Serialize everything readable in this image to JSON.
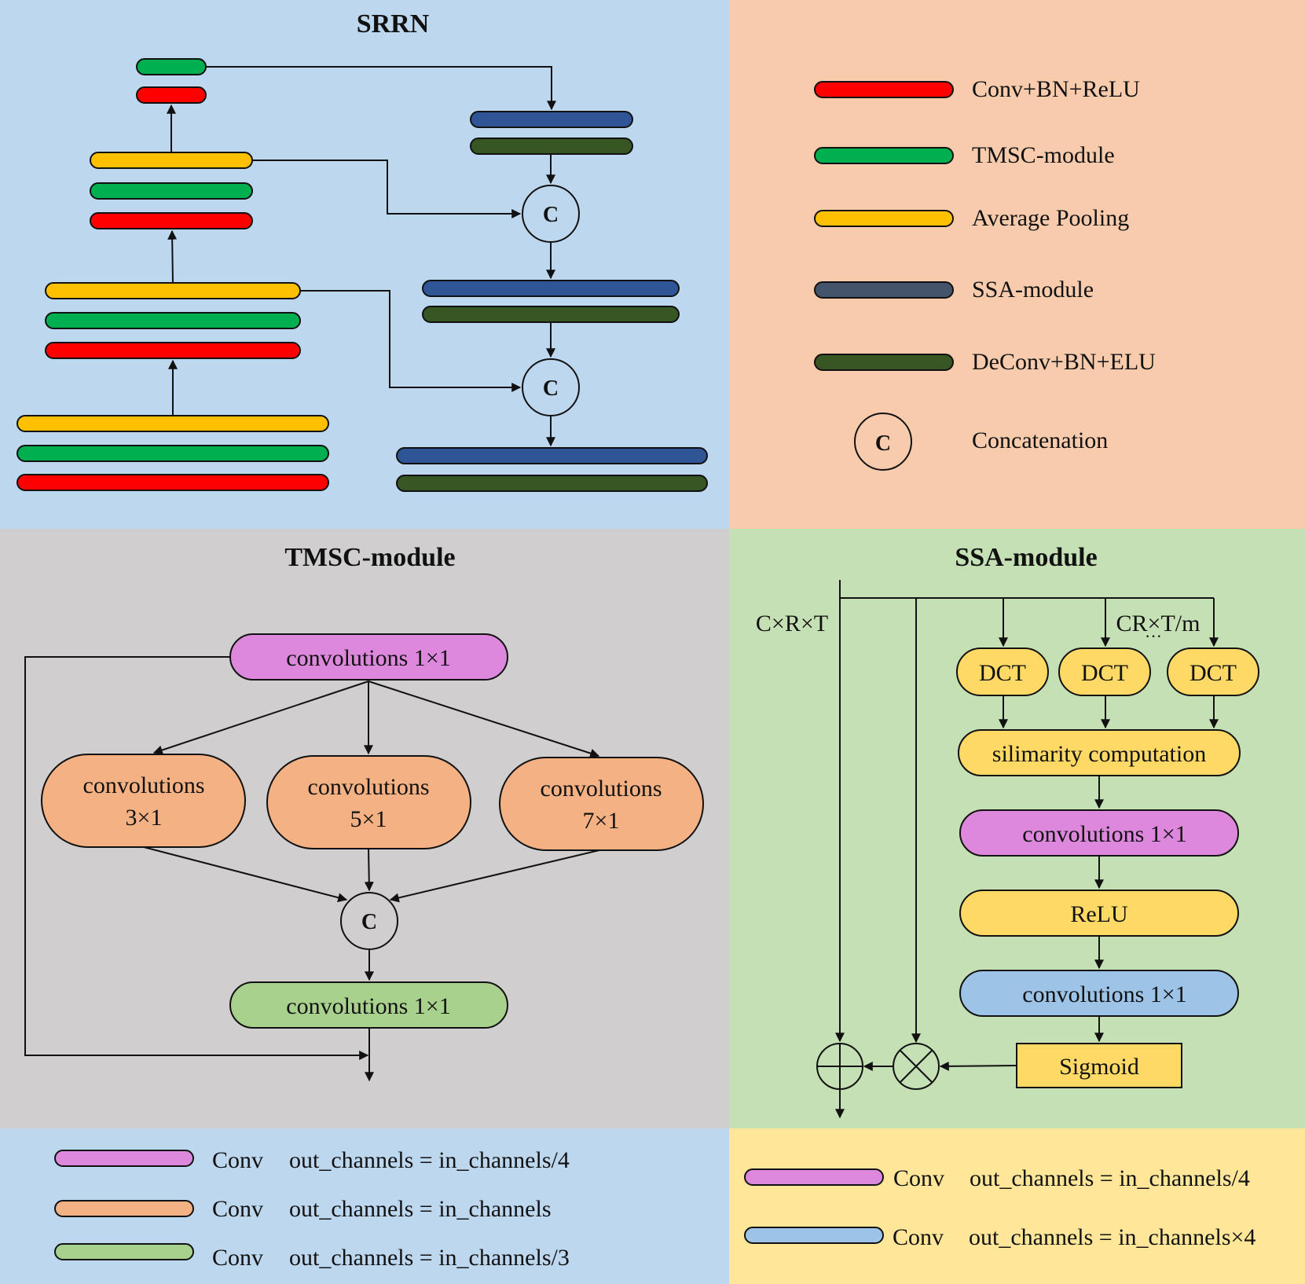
{
  "srrn": {
    "title": "SRRN",
    "concat_symbol": "C"
  },
  "legend_top": {
    "items": [
      {
        "label": "Conv+BN+ReLU",
        "color": "#ff0000"
      },
      {
        "label": "TMSC-module",
        "color": "#00b050"
      },
      {
        "label": "Average Pooling",
        "color": "#ffc000"
      },
      {
        "label": "SSA-module",
        "color": "#44546a"
      },
      {
        "label": "DeConv+BN+ELU",
        "color": "#375623"
      }
    ],
    "concat": {
      "symbol": "C",
      "label": "Concatenation"
    }
  },
  "block_colors": {
    "ssa_block": "#2f5597",
    "deconv_block": "#375623"
  },
  "tmsc": {
    "title": "TMSC-module",
    "conv_in": "convolutions 1×1",
    "branches": [
      {
        "line1": "convolutions",
        "line2": "3×1"
      },
      {
        "line1": "convolutions",
        "line2": "5×1"
      },
      {
        "line1": "convolutions",
        "line2": "7×1"
      }
    ],
    "concat_symbol": "C",
    "conv_out": "convolutions 1×1",
    "colors": {
      "pink": "#dd88dd",
      "orange": "#f4b183",
      "green": "#a9d18e"
    }
  },
  "ssa": {
    "title": "SSA-module",
    "input_label": "C×R×T",
    "branch_label": "CR×T/m",
    "ellipsis": "···",
    "dct": [
      "DCT",
      "DCT",
      "DCT"
    ],
    "similarity": "silimarity computation",
    "conv1": "convolutions 1×1",
    "relu": "ReLU",
    "conv2": "convolutions 1×1",
    "sigmoid": "Sigmoid",
    "colors": {
      "yellow": "#ffd966",
      "pink": "#dd88dd",
      "blue": "#9dc3e6"
    }
  },
  "legend_bottom_left": {
    "items": [
      {
        "conv": "Conv",
        "text": "out_channels = in_channels/4",
        "color": "#dd88dd"
      },
      {
        "conv": "Conv",
        "text": "out_channels = in_channels",
        "color": "#f4b183"
      },
      {
        "conv": "Conv",
        "text": "out_channels = in_channels/3",
        "color": "#a9d18e"
      }
    ]
  },
  "legend_bottom_right": {
    "items": [
      {
        "conv": "Conv",
        "text": "out_channels = in_channels/4",
        "color": "#dd88dd"
      },
      {
        "conv": "Conv",
        "text": "out_channels = in_channels×4",
        "color": "#9dc3e6"
      }
    ]
  },
  "panel_colors": {
    "srrn": "#bdd7ee",
    "legend_top": "#f8cbad",
    "tmsc": "#d0cece",
    "ssa": "#c5e0b4",
    "legend_bottom_left": "#bdd7ee",
    "legend_bottom_right": "#ffe699"
  }
}
